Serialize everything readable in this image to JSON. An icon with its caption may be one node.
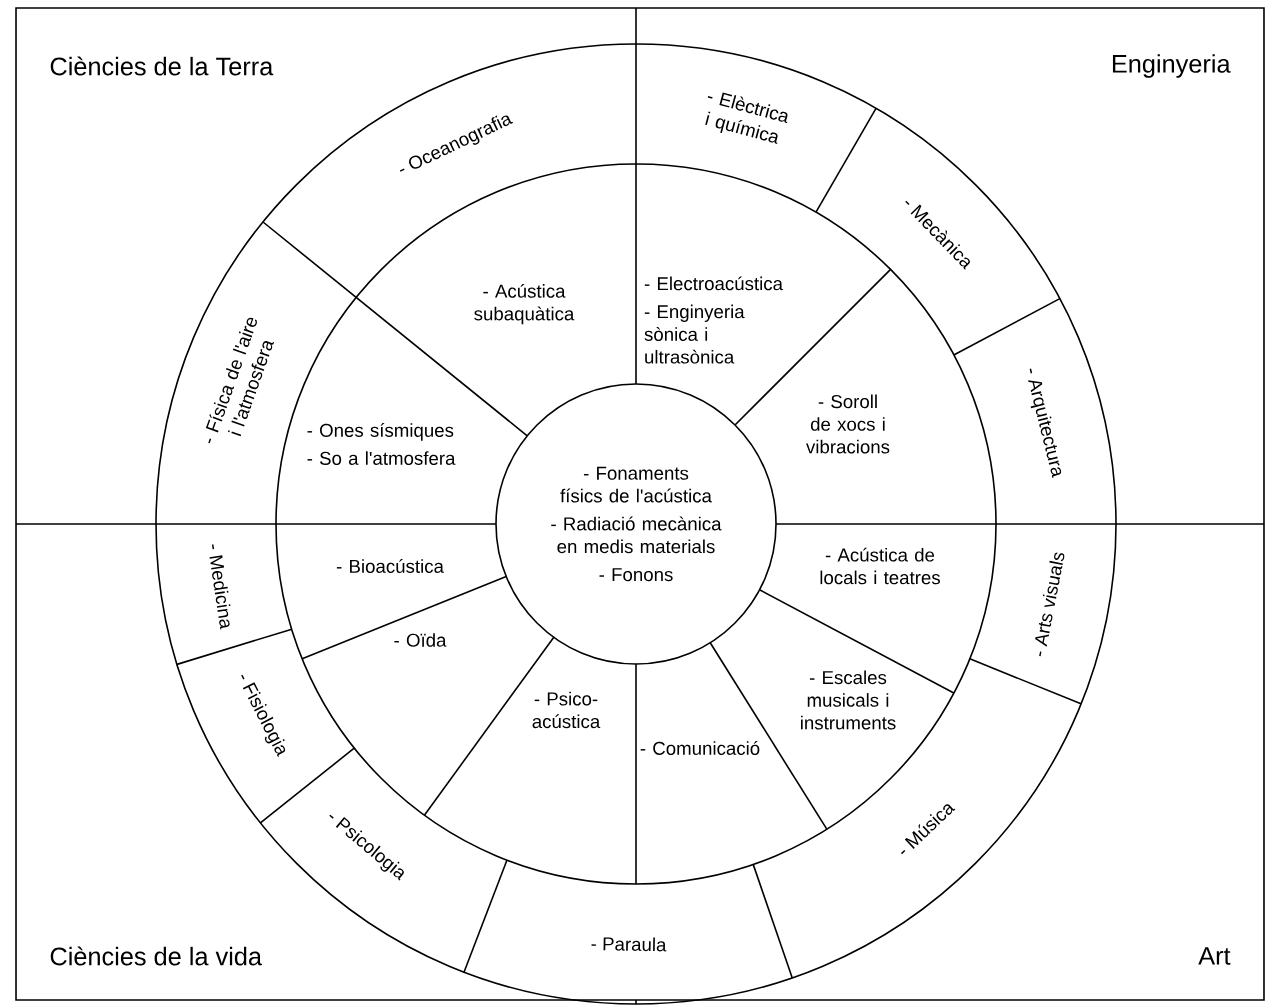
{
  "diagram": {
    "nodes": [
      {
        "text": [
          "- Fonaments físics de l'acústica",
          "- Radiació mecànica en medis materials",
          "- Fonons"
        ]
      },
      {
        "text": [
          "- Oceanografia"
        ]
      },
      {
        "text": [
          "- Elèctrica i química"
        ]
      },
      {
        "text": [
          "- Física de l'aire i l'atmosfera"
        ]
      },
      {
        "text": [
          "- Acústica subaquàtica"
        ]
      },
      {
        "text": [
          "- Electroacústica",
          "- Enginyeria sònica i ultrasònica"
        ]
      },
      {
        "text": [
          "- Mecànica"
        ]
      },
      {
        "text": [
          "- Ones sísmiques",
          "- So a l'atmosfera"
        ]
      },
      {
        "text": [
          "- Soroll de xocs i vibracions"
        ]
      },
      {
        "text": [
          "- Arquitectura"
        ]
      },
      {
        "text": [
          "- Bioacústica"
        ]
      },
      {
        "text": [
          "- Acústica de locals i teatres"
        ]
      },
      {
        "text": [
          "- Arts visuals"
        ]
      },
      {
        "text": [
          "- Medicina"
        ]
      },
      {
        "text": [
          "- Escales musicals i instruments"
        ]
      },
      {
        "text": [
          "- Oïda"
        ]
      },
      {
        "text": [
          "- Fisiologia"
        ]
      },
      {
        "text": [
          "- Comunicació"
        ]
      },
      {
        "text": [
          "- Psico-acústica"
        ]
      },
      {
        "text": [
          "- Música"
        ]
      },
      {
        "text": [
          "- Psicologia"
        ]
      },
      {
        "text": [
          "- Paraula"
        ]
      }
    ],
    "labels": [
      "Ciències de la Terra",
      "Enginyeria",
      "Ciències de la vida",
      "Art"
    ]
  }
}
